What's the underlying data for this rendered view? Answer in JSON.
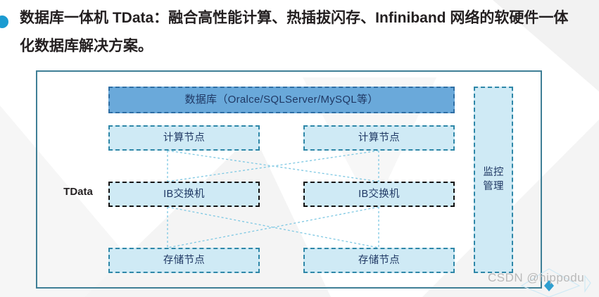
{
  "slide": {
    "bullet_icon": "bullet-dot-icon",
    "headline": "数据库一体机 TData：融合高性能计算、热插拔闪存、Infiniband 网络的软硬件一体化数据库解决方案。"
  },
  "diagram": {
    "side_label": "TData",
    "database_box": {
      "label": "数据库（Oralce/SQLServer/MySQL等）",
      "fill": "#6aa9da",
      "border": "#2e6ea4",
      "border_style": "dashed"
    },
    "compute_nodes": [
      {
        "label": "计算节点",
        "fill": "#cfeaf5",
        "border": "#2e87a8",
        "border_style": "dashed"
      },
      {
        "label": "计算节点",
        "fill": "#cfeaf5",
        "border": "#2e87a8",
        "border_style": "dashed"
      }
    ],
    "ib_switches": [
      {
        "label": "IB交换机",
        "fill": "#cfeaf5",
        "border": "#111111",
        "border_style": "dashed"
      },
      {
        "label": "IB交换机",
        "fill": "#cfeaf5",
        "border": "#111111",
        "border_style": "dashed"
      }
    ],
    "storage_nodes": [
      {
        "label": "存储节点",
        "fill": "#cfeaf5",
        "border": "#2e87a8",
        "border_style": "dashed"
      },
      {
        "label": "存储节点",
        "fill": "#cfeaf5",
        "border": "#2e87a8",
        "border_style": "dashed"
      }
    ],
    "monitor_box": {
      "line1": "监控",
      "line2": "管理",
      "fill": "#cfeaf5",
      "border": "#2e87a8",
      "border_style": "dashed"
    },
    "frame_border_color": "#3f7f96",
    "connector_color": "#7ec8e3"
  },
  "watermark": {
    "text": "CSDN @hippodu",
    "color": "#b9b9b9"
  }
}
